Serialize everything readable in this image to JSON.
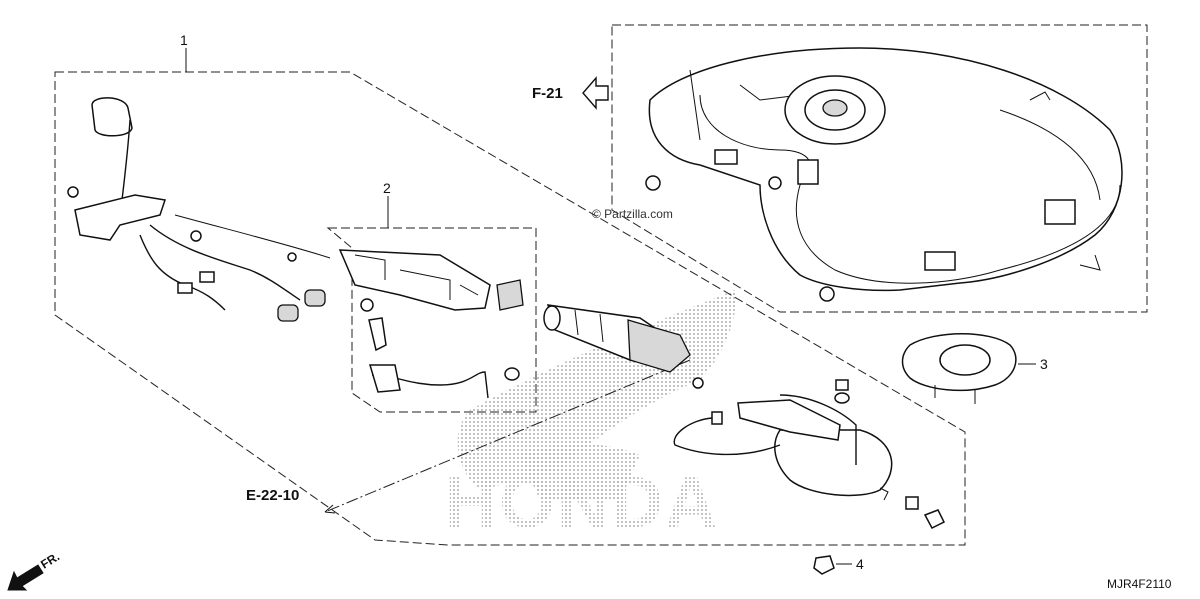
{
  "diagram": {
    "part_numbers": [
      "1",
      "2",
      "3",
      "4"
    ],
    "reference_left": "E-22-10",
    "reference_top": "F-21",
    "direction_label": "FR.",
    "watermark": "© Partzilla.com",
    "brand_watermark": "HONDA",
    "diagram_code": "MJR4F2110"
  },
  "colors": {
    "line": "#111111",
    "background": "#ffffff",
    "dot_pattern": "#b0b0b0"
  }
}
